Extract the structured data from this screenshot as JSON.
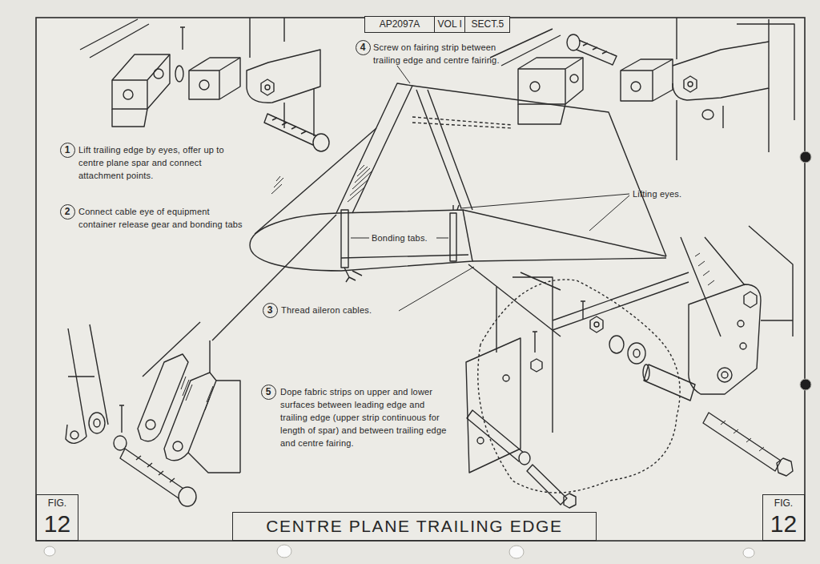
{
  "diagram": {
    "title": "CENTRE PLANE TRAILING EDGE",
    "nodes": [
      {
        "text": [
          "AP2097A"
        ]
      },
      {
        "text": [
          "VOL I"
        ]
      },
      {
        "text": [
          "SECT.5"
        ]
      },
      {
        "text": [
          "4"
        ]
      },
      {
        "text": [
          "1"
        ]
      },
      {
        "text": [
          "2"
        ]
      },
      {
        "text": [
          "3"
        ]
      },
      {
        "text": [
          "5"
        ]
      },
      {
        "text": [
          "FIG.",
          "12"
        ]
      },
      {
        "text": [
          "FIG.",
          "12"
        ]
      }
    ],
    "labels": [
      "Screw on fairing strip between trailing edge and centre fairing.",
      "Lift trailing edge by eyes, offer up to centre plane spar and connect attachment points.",
      "Connect cable eye of equipment container release gear and bonding tabs",
      "Lifting eyes.",
      "Bonding tabs.",
      "Thread aileron cables.",
      "Dope fabric strips on upper and lower surfaces between leading edge and trailing edge (upper strip continuous for length of spar) and between trailing edge and centre fairing."
    ]
  }
}
